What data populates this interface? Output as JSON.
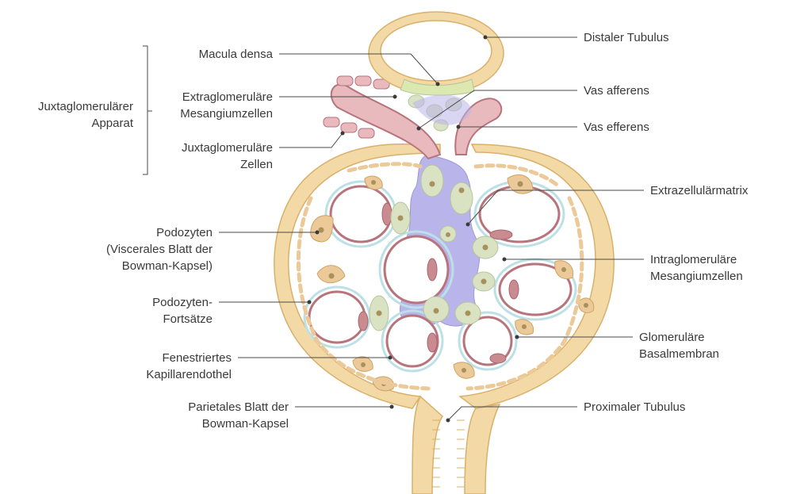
{
  "colors": {
    "tubule_wall": "#f3d9a6",
    "tubule_outline": "#d9b06a",
    "macula_densa": "#dbe8b0",
    "vessel_wall": "#e8b9bd",
    "vessel_outline": "#b8747c",
    "vessel_cell": "#c98a90",
    "membrane": "#cfe6ea",
    "matrix": "#b9b5ea",
    "mesangial": "#d9e3c4",
    "podocyte": "#ecc998",
    "text": "#3a3a3a"
  },
  "labels": {
    "distaler_tubulus": "Distaler Tubulus",
    "macula_densa": "Macula densa",
    "vas_afferens": "Vas afferens",
    "vas_efferens": "Vas efferens",
    "extra_mes_1": "Extraglomeruläre",
    "extra_mes_2": "Mesangiumzellen",
    "jg_apparat_1": "Juxtaglomerulärer",
    "jg_apparat_2": "Apparat",
    "jg_zellen_1": "Juxtaglomeruläre",
    "jg_zellen_2": "Zellen",
    "extrazellular": "Extrazellulärmatrix",
    "podozyten_1": "Podozyten",
    "podozyten_2": "(Viscerales Blatt der",
    "podozyten_3": "Bowman-Kapsel)",
    "intra_mes_1": "Intraglomeruläre",
    "intra_mes_2": "Mesangiumzellen",
    "podo_fort_1": "Podozyten-",
    "podo_fort_2": "Fortsätze",
    "glom_basal_1": "Glomeruläre",
    "glom_basal_2": "Basalmembran",
    "fenest_1": "Fenestriertes",
    "fenest_2": "Kapillarendothel",
    "parietal_1": "Parietales Blatt der",
    "parietal_2": "Bowman-Kapsel",
    "proximal": "Proximaler Tubulus"
  }
}
